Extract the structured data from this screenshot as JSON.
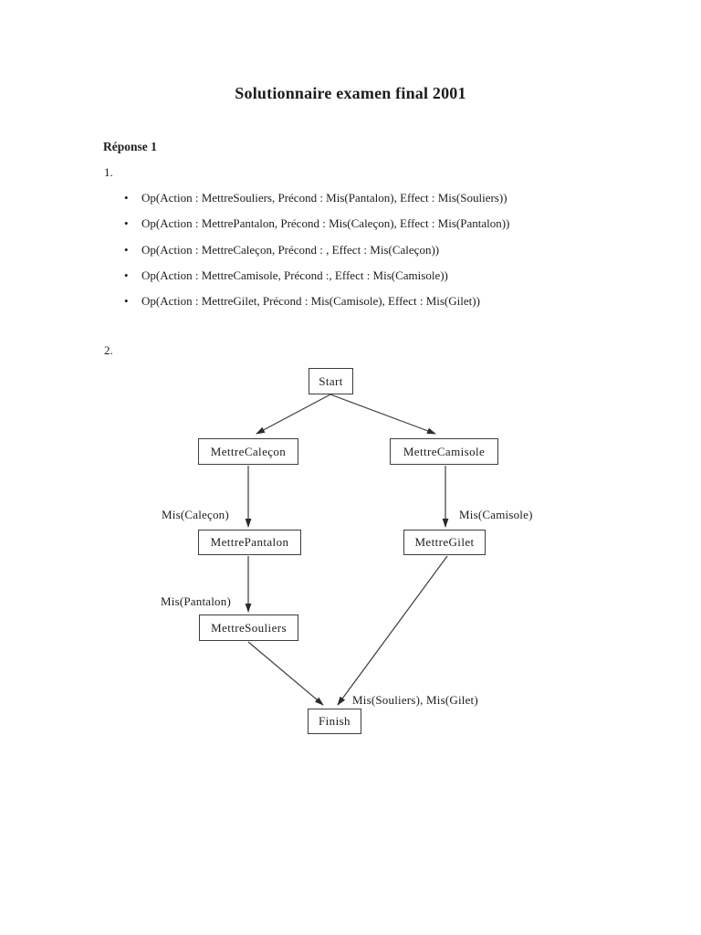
{
  "doc": {
    "title": "Solutionnaire examen final 2001",
    "section_heading": "Réponse 1",
    "item1_label": "1.",
    "item2_label": "2.",
    "bullet_glyph": "•"
  },
  "operators": [
    "Op(Action : MettreSouliers, Précond : Mis(Pantalon), Effect : Mis(Souliers))",
    "Op(Action : MettrePantalon, Précond : Mis(Caleçon), Effect : Mis(Pantalon))",
    "Op(Action : MettreCaleçon, Précond : , Effect : Mis(Caleçon))",
    "Op(Action : MettreCamisole, Précond :, Effect : Mis(Camisole))",
    "Op(Action : MettreGilet, Précond : Mis(Camisole), Effect : Mis(Gilet))"
  ],
  "diagram": {
    "nodes": {
      "start": "Start",
      "mettre_calecon": "MettreCaleçon",
      "mettre_camisole": "MettreCamisole",
      "mettre_pantalon": "MettrePantalon",
      "mettre_gilet": "MettreGilet",
      "mettre_souliers": "MettreSouliers",
      "finish": "Finish"
    },
    "edge_labels": {
      "calecon": "Mis(Caleçon)",
      "camisole": "Mis(Camisole)",
      "pantalon": "Mis(Pantalon)",
      "finish": "Mis(Souliers), Mis(Gilet)"
    }
  },
  "colors": {
    "ink": "#1c1c1c",
    "line": "#3d3d3d",
    "box_border": "#3d3d3d",
    "page_background": "#ffffff"
  }
}
